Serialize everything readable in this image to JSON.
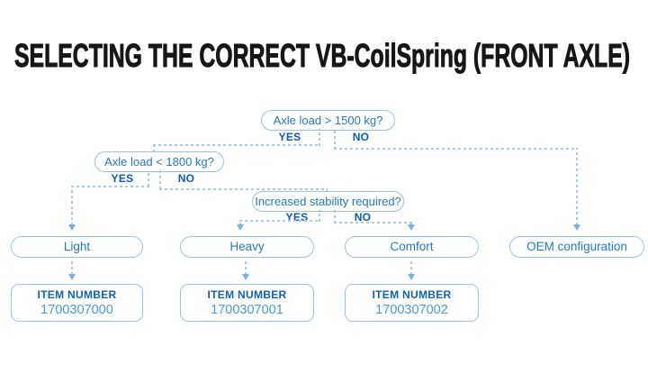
{
  "title": "SELECTING THE CORRECT VB-CoilSpring (FRONT AXLE)",
  "colors": {
    "title_text": "#161616",
    "box_border": "#9cc2e5",
    "question_text": "#2577be",
    "yes_no_text": "#0e5bac",
    "connector_dash": "#a9cbe9",
    "arrow": "#7fafdd",
    "item_heading_text": "#0f62b0",
    "item_number_text": "#4f98d3",
    "background": "#ffffff"
  },
  "flowchart": {
    "questions": [
      {
        "label": "Axle load > 1500 kg?",
        "yes": "YES",
        "no": "NO"
      },
      {
        "label": "Axle load < 1800 kg?",
        "yes": "YES",
        "no": "NO"
      },
      {
        "label": "Increased stability required?",
        "yes": "YES",
        "no": "NO"
      }
    ],
    "options": [
      {
        "label": "Light"
      },
      {
        "label": "Heavy"
      },
      {
        "label": "Comfort"
      },
      {
        "label": "OEM configuration"
      }
    ],
    "items": [
      {
        "heading": "ITEM NUMBER",
        "number": "1700307000"
      },
      {
        "heading": "ITEM NUMBER",
        "number": "1700307001"
      },
      {
        "heading": "ITEM NUMBER",
        "number": "1700307002"
      }
    ]
  }
}
